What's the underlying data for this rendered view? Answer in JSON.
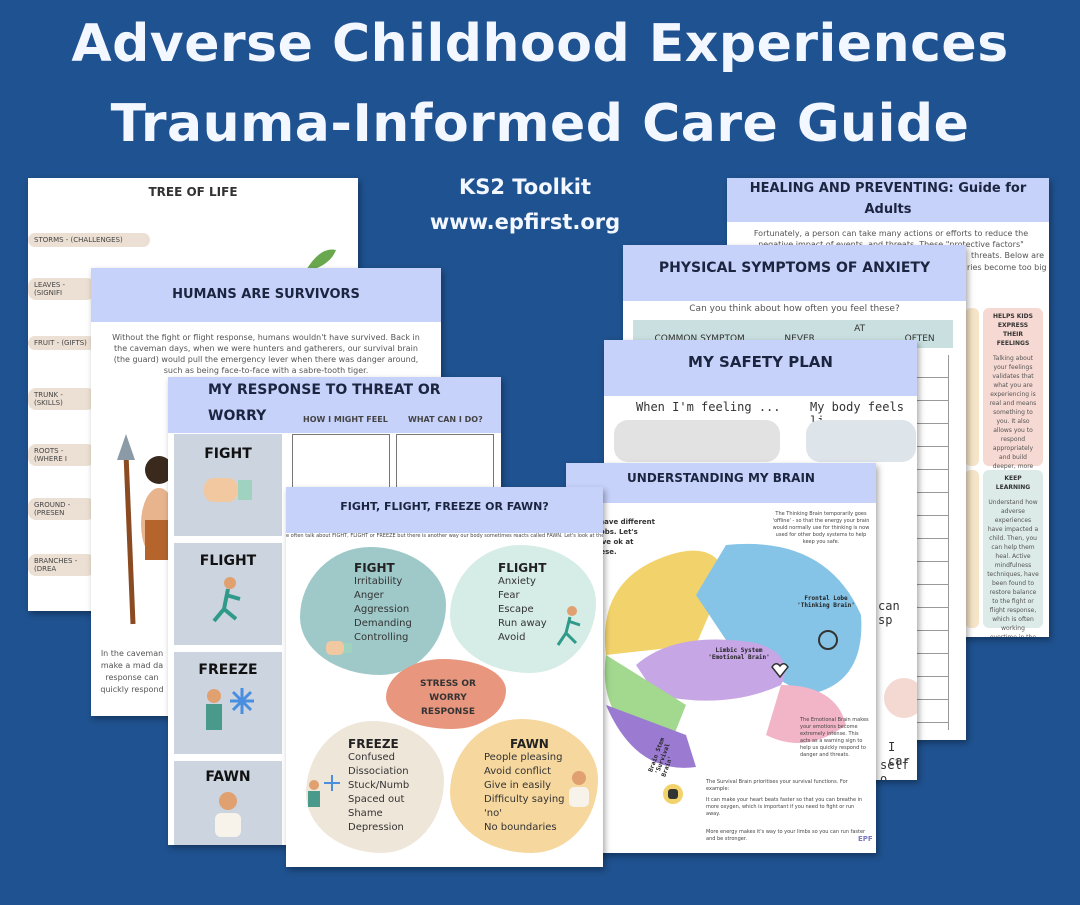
{
  "header": {
    "line1": "Adverse Childhood Experiences",
    "line2": "Trauma-Informed Care Guide",
    "toolkit": "KS2 Toolkit",
    "website": "www.epfirst.org"
  },
  "tree": {
    "title": "TREE OF LIFE",
    "items": [
      "STORMS - (CHALLENGES)",
      "LEAVES - (SIGNIFI",
      "FRUIT - (GIFTS)",
      "TRUNK - (SKILLS)",
      "ROOTS - (WHERE I",
      "GROUND - (PRESEN",
      "BRANCHES - (DREA"
    ]
  },
  "healing": {
    "title": "HEALING AND PREVENTING: Guide for Adults",
    "body": "Fortunately, a person can take many actions or efforts to reduce the negative impact of events, and threats. These \"protective factors\" improve our well-being can",
    "body2": "threats. Below are",
    "body3": "ries become too big",
    "card1_title": "HELPS KIDS EXPRESS THEIR FEELINGS",
    "card1_text": "Talking about your feelings validates that what you are experiencing is real and means something to you. It also allows you to respond appropriately and build deeper, more meaningful relationships.",
    "card2_title": "KEEP LEARNING",
    "card2_text": "Understand how adverse experiences have impacted a child. Then, you can help them heal. Active mindfulness techniques, have been found to restore balance to the fight or flight response, which is often working overtime in the brains of people with ACEs."
  },
  "anxiety": {
    "title": "PHYSICAL SYMPTOMS OF ANXIETY",
    "question": "Can you think about how often you feel these?",
    "cols": [
      "COMMON SYMPTOM",
      "NEVER",
      "AT",
      "OFTEN"
    ]
  },
  "survivors": {
    "title": "HUMANS ARE SURVIVORS",
    "body": "Without the fight or flight response, humans wouldn't have survived. Back in the caveman days, when we were hunters and gatherers, our survival brain (the guard) would pull the emergency lever when there was danger around, such as being face-to-face with a sabre-tooth tiger.",
    "foot": "In the caveman make a mad da response can quickly respond"
  },
  "safety": {
    "title": "MY SAFETY PLAN",
    "feeling": "When I'm feeling ...",
    "body": "My body feels li",
    "can": "can sp",
    "end": "I car",
    "self": "self o"
  },
  "response": {
    "title": "MY RESPONSE TO THREAT OR WORRY",
    "col1": "HOW I MIGHT FEEL",
    "col2": "WHAT CAN I DO?",
    "rows": [
      "FIGHT",
      "FLIGHT",
      "FREEZE",
      "FAWN"
    ]
  },
  "brain": {
    "title": "UNDERSTANDING MY BRAIN",
    "intro": "e have different f jobs. Let's have ok at these.",
    "thinking": "The Thinking Brain temporarily goes 'offline' - so that the energy your brain would normally use for thinking is now used for other body systems to help keep you safe.",
    "frontal": "Frontal Lobe 'Thinking Brain'",
    "limbic": "Limbic System 'Emotional Brain'",
    "stem": "Brain Stem 'Survival Brain'",
    "emotional": "The Emotional Brain makes your emotions become extremely intense. This acts as a warning sign to help us quickly respond to danger and threats.",
    "survival": "The Survival Brain prioritises your survival functions. For example:",
    "heart": "It can make your heart beats faster so that you can breathe in more oxygen, which is important if you need to fight or run away.",
    "energy": "More energy makes it's way to your limbs so you can run faster and be stronger.",
    "logo": "EPF"
  },
  "ffff": {
    "title": "FIGHT, FLIGHT, FREEZE OR FAWN?",
    "intro": "e often talk about FIGHT, FLIGHT or FREEZE but there is another way our body sometimes reacts called FAWN. Let's look at these.",
    "fight_title": "FIGHT",
    "fight": [
      "Irritability",
      "Anger",
      "Aggression",
      "Demanding",
      "Controlling"
    ],
    "flight_title": "FLIGHT",
    "flight": [
      "Anxiety",
      "Fear",
      "Escape",
      "Run away",
      "Avoid"
    ],
    "center": "STRESS OR WORRY RESPONSE",
    "freeze_title": "FREEZE",
    "freeze": [
      "Confused",
      "Dissociation",
      "Stuck/Numb",
      "Spaced out",
      "Shame",
      "Depression"
    ],
    "fawn_title": "FAWN",
    "fawn": [
      "People pleasing",
      "Avoid conflict",
      "Give in easily",
      "Difficulty saying",
      "'no'",
      "No boundaries"
    ]
  },
  "colors": {
    "background": "#1f5290",
    "header_band": "#c7d2fb",
    "fight_blob": "#9fc9c9",
    "flight_blob": "#d6ece6",
    "center_blob": "#e8967e",
    "freeze_blob": "#efe6da",
    "fawn_blob": "#f6d79e"
  }
}
